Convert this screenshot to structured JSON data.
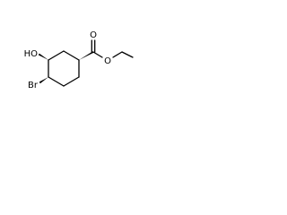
{
  "diagram": {
    "labels": {
      "hydroxyl": "HO",
      "bromo": "Br",
      "carbonyl_oxygen": "O",
      "ester_oxygen": "O"
    },
    "colors": {
      "bond": "#000000",
      "text": "#000000",
      "background": "#ffffff"
    }
  }
}
